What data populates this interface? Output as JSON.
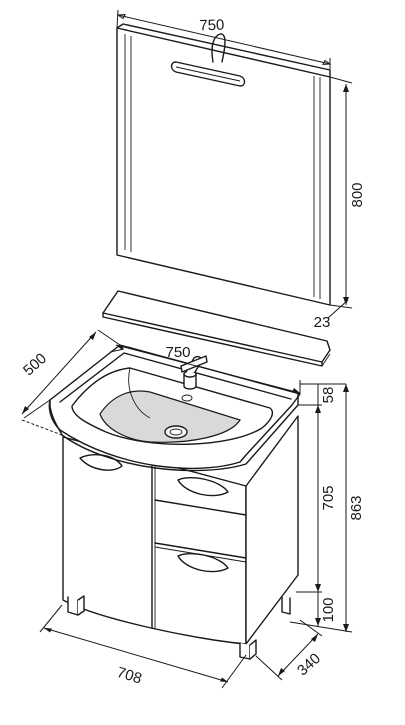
{
  "dimensions": {
    "mirror_width": "750",
    "mirror_height": "800",
    "mirror_depth": "23",
    "basin_width": "750",
    "basin_depth": "500",
    "basin_rim_height": "58",
    "cabinet_body_height": "705",
    "total_height": "863",
    "leg_height": "100",
    "cabinet_width": "708",
    "cabinet_depth": "340"
  }
}
